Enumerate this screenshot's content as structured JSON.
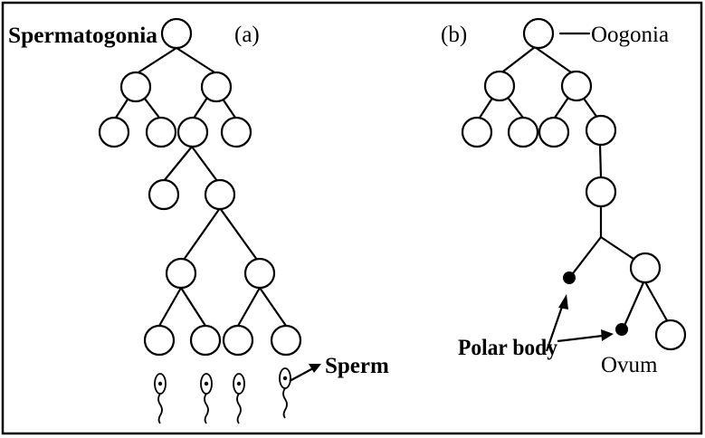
{
  "labels": {
    "spermatogonia": "Spermatogonia",
    "panel_a": "(a)",
    "panel_b": "(b)",
    "oogonia": "Oogonia",
    "sperm": "Sperm",
    "polar_body": "Polar body",
    "ovum": "Ovum"
  }
}
